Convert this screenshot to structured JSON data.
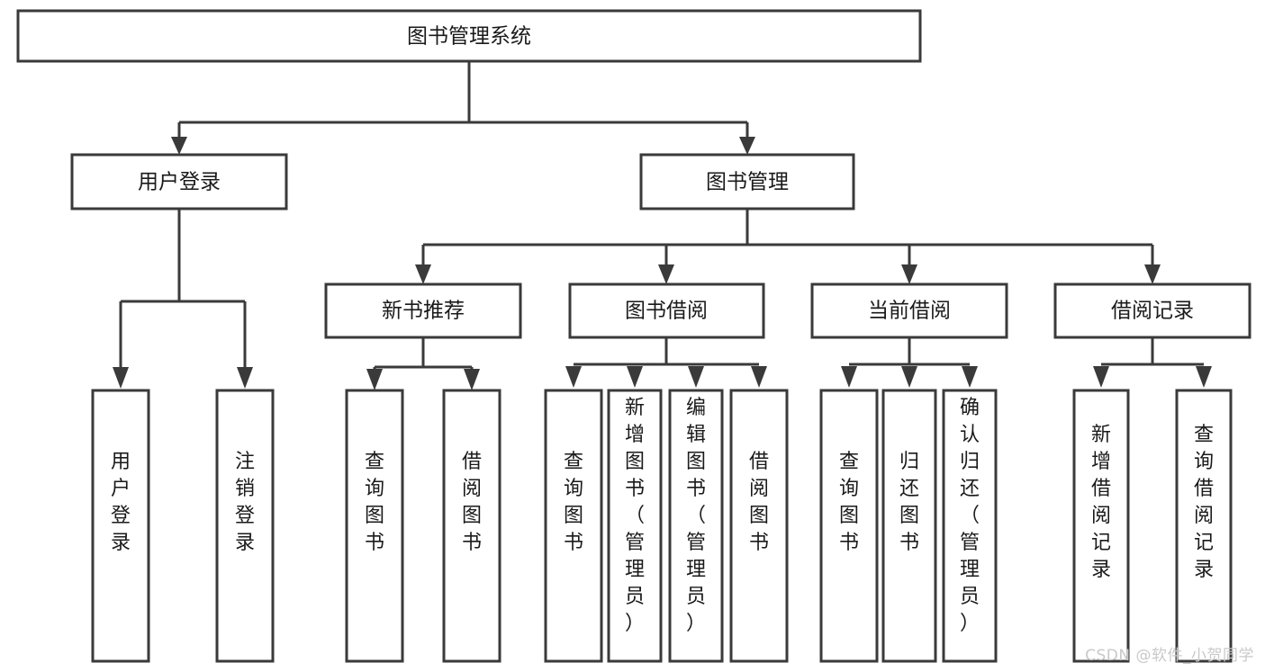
{
  "diagram": {
    "type": "tree-hierarchy-flowchart",
    "title": "图书管理系统",
    "watermark": "CSDN @软件_小贺同学",
    "colors": {
      "stroke": "#3a3a3a",
      "fill": "#ffffff",
      "text": "#1a1a1a",
      "watermark": "#c9c9c9"
    },
    "levels": {
      "level0": [
        {
          "id": "root",
          "label": "图书管理系统"
        }
      ],
      "level1": [
        {
          "id": "user-login",
          "label": "用户登录"
        },
        {
          "id": "book-manage",
          "label": "图书管理"
        }
      ],
      "level2": [
        {
          "id": "new-book-rec",
          "label": "新书推荐"
        },
        {
          "id": "book-borrow",
          "label": "图书借阅"
        },
        {
          "id": "current-borrow",
          "label": "当前借阅"
        },
        {
          "id": "borrow-record",
          "label": "借阅记录"
        }
      ],
      "level3": [
        {
          "id": "leaf-user-login",
          "label": "用户登录",
          "parent": "user-login"
        },
        {
          "id": "leaf-user-logout",
          "label": "注销登录",
          "parent": "user-login"
        },
        {
          "id": "leaf-query-book-1",
          "label": "查询图书",
          "parent": "new-book-rec"
        },
        {
          "id": "leaf-borrow-book-1",
          "label": "借阅图书",
          "parent": "new-book-rec"
        },
        {
          "id": "leaf-query-book-2",
          "label": "查询图书",
          "parent": "book-borrow"
        },
        {
          "id": "leaf-add-book",
          "label": "新增图书（管理员）",
          "parent": "book-borrow"
        },
        {
          "id": "leaf-edit-book",
          "label": "编辑图书（管理员）",
          "parent": "book-borrow"
        },
        {
          "id": "leaf-borrow-book-2",
          "label": "借阅图书",
          "parent": "book-borrow"
        },
        {
          "id": "leaf-query-book-3",
          "label": "查询图书",
          "parent": "current-borrow"
        },
        {
          "id": "leaf-return-book",
          "label": "归还图书",
          "parent": "current-borrow"
        },
        {
          "id": "leaf-confirm-return",
          "label": "确认归还（管理员）",
          "parent": "current-borrow"
        },
        {
          "id": "leaf-add-record",
          "label": "新增借阅记录",
          "parent": "borrow-record"
        },
        {
          "id": "leaf-query-record",
          "label": "查询借阅记录",
          "parent": "borrow-record"
        }
      ]
    }
  }
}
